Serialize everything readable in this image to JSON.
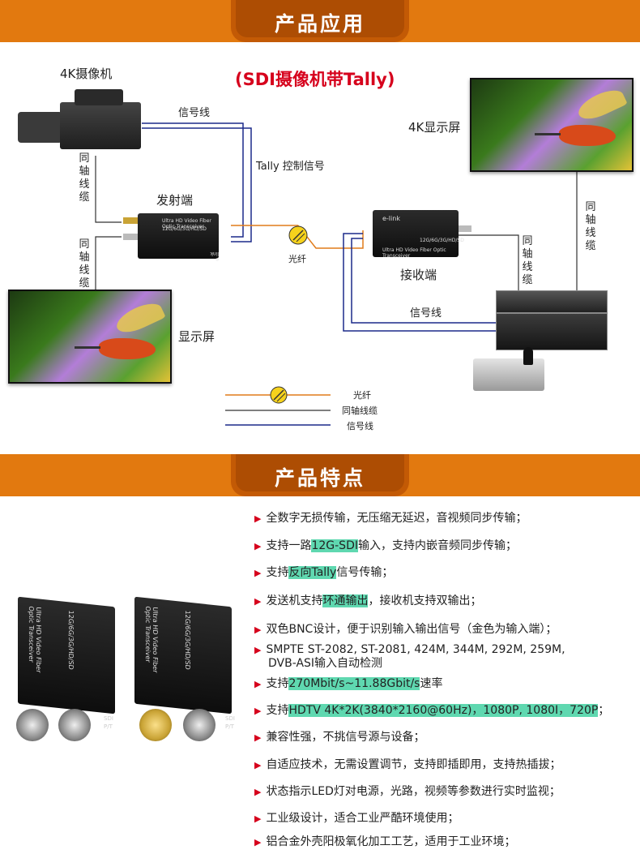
{
  "banners": {
    "application": "产品应用",
    "features": "产品特点"
  },
  "diagram": {
    "subtitle": "(SDI摄像机带Tally)",
    "camera_label": "4K摄像机",
    "signal_line_top": "信号线",
    "tally_label": "Tally 控制信号",
    "coax_left_top": [
      "同",
      "轴",
      "线",
      "缆"
    ],
    "transmitter_label": "发射端",
    "coax_left_bottom": [
      "同",
      "轴",
      "线",
      "缆"
    ],
    "display_left_label": "显示屏",
    "fiber_label": "光纤",
    "receiver_label": "接收端",
    "signal_line_bottom": "信号线",
    "coax_right_mid": [
      "同",
      "轴",
      "线",
      "缆"
    ],
    "coax_right_top": [
      "同",
      "轴",
      "线",
      "缆"
    ],
    "display_right_label": "4K显示屏",
    "device_brand": "e-link",
    "device_text": "Ultra HD Video Fiber Optic Transceiver",
    "device_formats": "12G/6G/3G/HD/SD"
  },
  "legend": [
    {
      "label": "光纤",
      "color": "#e07b1a"
    },
    {
      "label": "同轴线缆",
      "color": "#333333"
    },
    {
      "label": "信号线",
      "color": "#1c2a8a"
    }
  ],
  "features": [
    [
      {
        "t": "全数字无损传输，无压缩无延迟，音视频同步传输；"
      }
    ],
    [
      {
        "t": "支持一路"
      },
      {
        "t": "12G-SDI",
        "h": true
      },
      {
        "t": "输入，支持内嵌音频同步传输；"
      }
    ],
    [
      {
        "t": "支持"
      },
      {
        "t": "反向Tally",
        "h": true
      },
      {
        "t": "信号传输；"
      }
    ],
    [
      {
        "t": "发送机支持"
      },
      {
        "t": "环通输出",
        "h": true
      },
      {
        "t": "，接收机支持双输出；"
      }
    ],
    [
      {
        "t": "双色BNC设计，便于识别输入输出信号（金色为输入端）；"
      }
    ],
    [
      {
        "t": "SMPTE ST-2082, ST-2081, 424M, 344M, 292M, 259M,"
      }
    ],
    [
      {
        "t": "支持"
      },
      {
        "t": "270Mbit/s~11.88Gbit/s",
        "h": true
      },
      {
        "t": "速率"
      }
    ],
    [
      {
        "t": "支持"
      },
      {
        "t": "HDTV 4K*2K(3840*2160@60Hz)，1080P, 1080I，720P",
        "h": true
      },
      {
        "t": "；"
      }
    ],
    [
      {
        "t": "兼容性强，不挑信号源与设备；"
      }
    ],
    [
      {
        "t": "自适应技术，无需设置调节，支持即插即用，支持热插拔；"
      }
    ],
    [
      {
        "t": "状态指示LED灯对电源，光路，视频等参数进行实时监视；"
      }
    ],
    [
      {
        "t": "工业级设计，适合工业严酷环境使用；"
      }
    ],
    [
      {
        "t": "铝合金外壳阳极氧化加工工艺，适用于工业环境；"
      }
    ]
  ],
  "feature_line2": "DVB-ASI输入自动检测",
  "product_photo": {
    "left_text": "Ultra HD Video Fiber Optic Transceiver",
    "left_formats": "12G/6G/3G/HD/SD",
    "port_label_sdi": "SDI",
    "port_label_pt": "P/T"
  }
}
